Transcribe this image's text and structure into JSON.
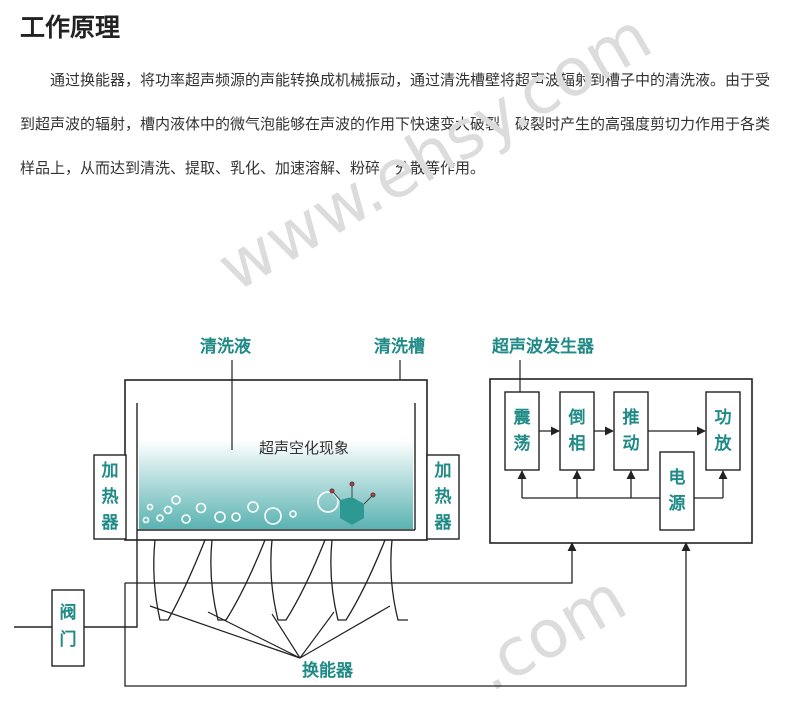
{
  "title": "工作原理",
  "paragraph": "通过换能器，将功率超声频源的声能转换成机械振动，通过清洗槽壁将超声波辐射到槽子中的清洗液。由于受到超声波的辐射，槽内液体中的微气泡能够在声波的作用下快速变大破裂，破裂时产生的高强度剪切力作用于各类样品上，从而达到清洗、提取、乳化、加速溶解、粉碎、分散等作用。",
  "watermark": {
    "primary": "www.ehsy.com",
    "secondary": ".com"
  },
  "diagram": {
    "labels": {
      "cleaning_liquid": "清洗液",
      "cleaning_tank": "清洗槽",
      "generator": "超声波发生器",
      "cavitation": "超声空化现象",
      "transducer": "换能器"
    },
    "boxes": {
      "heater_left": [
        "加",
        "热",
        "器"
      ],
      "heater_right": [
        "加",
        "热",
        "器"
      ],
      "valve": [
        "阀",
        "门"
      ],
      "oscillator": [
        "震",
        "荡"
      ],
      "inverter": [
        "倒",
        "相"
      ],
      "driver": [
        "推",
        "动"
      ],
      "amplifier": [
        "功",
        "放"
      ],
      "power_supply": [
        "电",
        "源"
      ]
    },
    "colors": {
      "accent": "#1f8a86",
      "line": "#222222",
      "liquid_top": "#ffffff",
      "liquid_bottom": "#5ab3b2",
      "particle": "#2e9893"
    }
  }
}
